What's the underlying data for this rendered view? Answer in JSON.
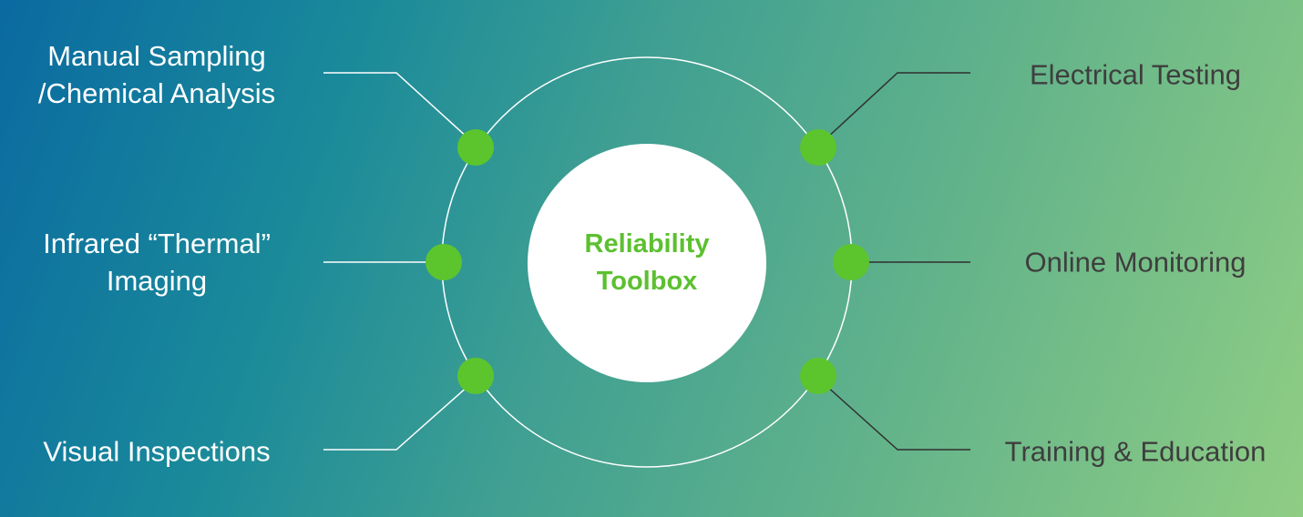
{
  "hub": {
    "title_line1": "Reliability",
    "title_line2": "Toolbox"
  },
  "methods": {
    "manual_sampling": {
      "line1": "Manual Sampling",
      "line2": "/Chemical Analysis"
    },
    "infrared": {
      "line1": "Infrared “Thermal”",
      "line2": "Imaging"
    },
    "visual": {
      "line1": "Visual Inspections"
    },
    "electrical": {
      "line1": "Electrical Testing"
    },
    "online": {
      "line1": "Online Monitoring"
    },
    "training": {
      "line1": "Training & Education"
    }
  },
  "colors": {
    "node": "#5cc52d",
    "hub_text": "#5cc030",
    "ring": "#ffffff",
    "left_text": "#ffffff",
    "right_text": "#3e3e3e",
    "left_wire": "#ffffff",
    "right_wire": "#2f2f2f"
  }
}
